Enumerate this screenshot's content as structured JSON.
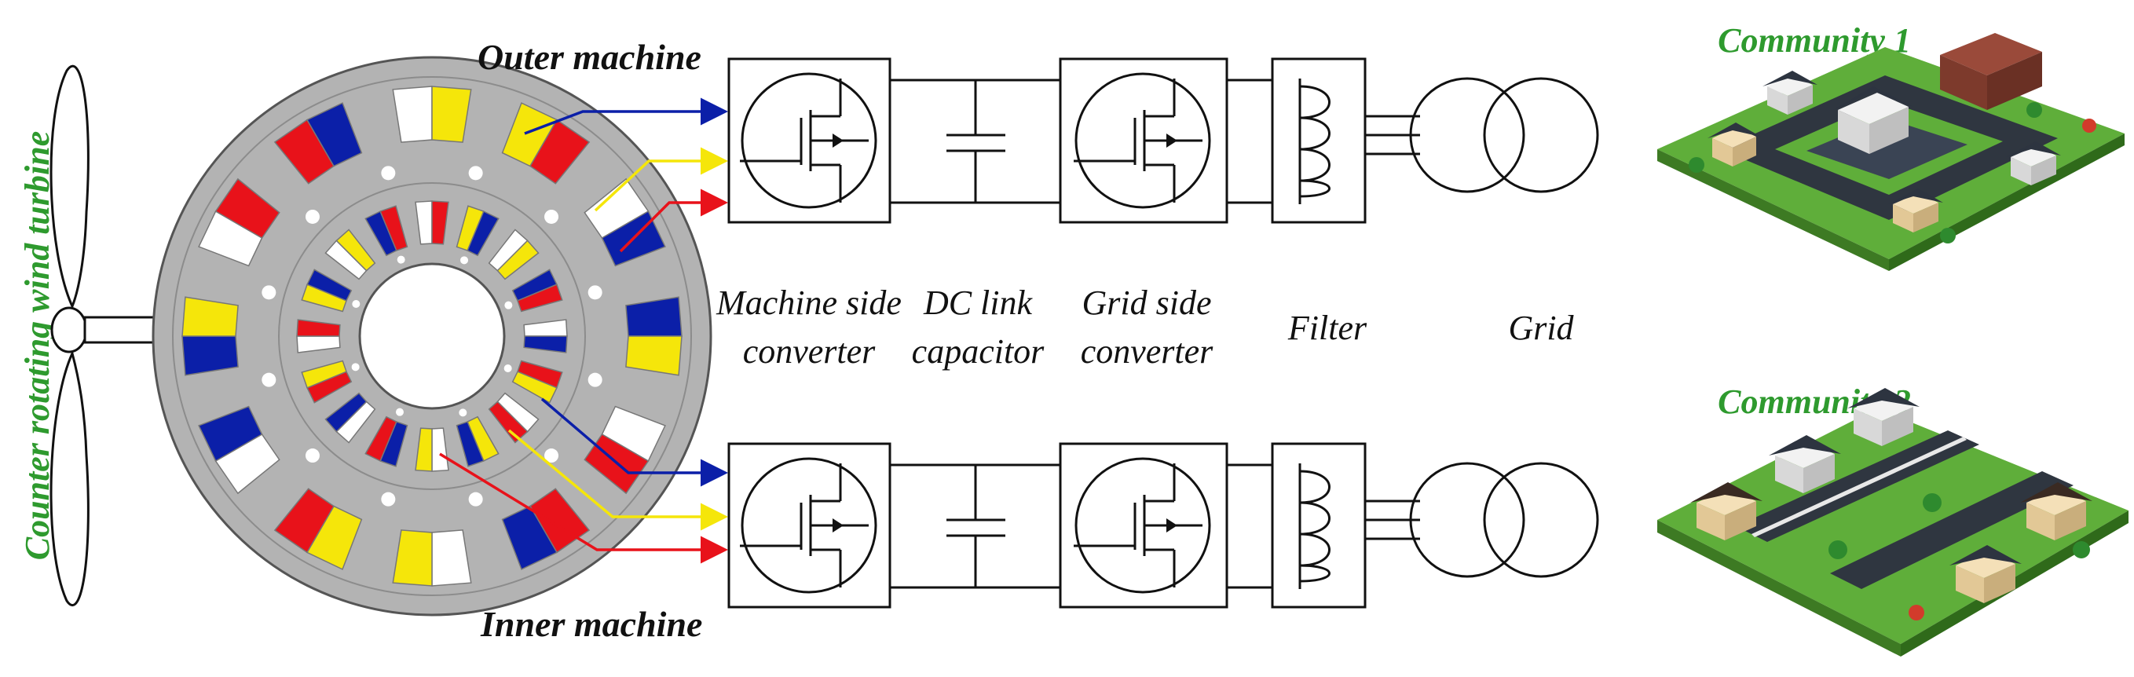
{
  "labels": {
    "turbine": "Counter rotating wind turbine",
    "outer_machine": "Outer machine",
    "inner_machine": "Inner machine",
    "machine_side_1": "Machine side",
    "machine_side_2": "converter",
    "dc_link_1": "DC link",
    "dc_link_2": "capacitor",
    "grid_side_1": "Grid side",
    "grid_side_2": "converter",
    "filter": "Filter",
    "grid": "Grid",
    "community_1": "Community 1",
    "community_2": "Community 2"
  },
  "colors": {
    "phase_a": "#0b1fa8",
    "phase_b": "#f5e60a",
    "phase_c": "#e8121a",
    "machine_body": "#b3b3b3",
    "label_green": "#2e9a2e",
    "grass": "#5fae3a",
    "road": "#2f3640"
  }
}
